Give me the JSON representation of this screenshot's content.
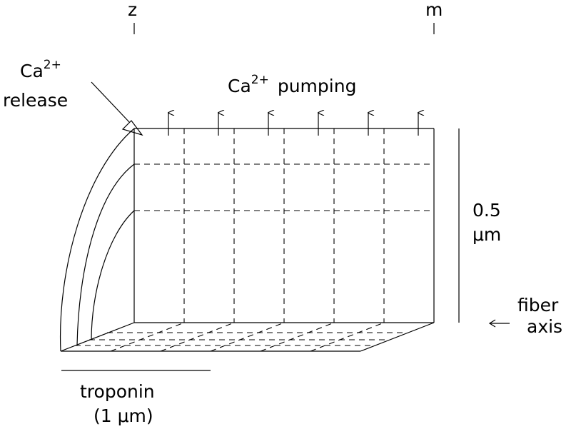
{
  "labels": {
    "z": "z",
    "m": "m",
    "ca_base": "Ca",
    "ca_charge": "2+",
    "release": "release",
    "pumping": "pumping",
    "height_value": "0.5",
    "height_unit": "μm",
    "fiber": "fiber",
    "axis": "axis",
    "troponin": "troponin",
    "troponin_length": "(1 μm)"
  }
}
